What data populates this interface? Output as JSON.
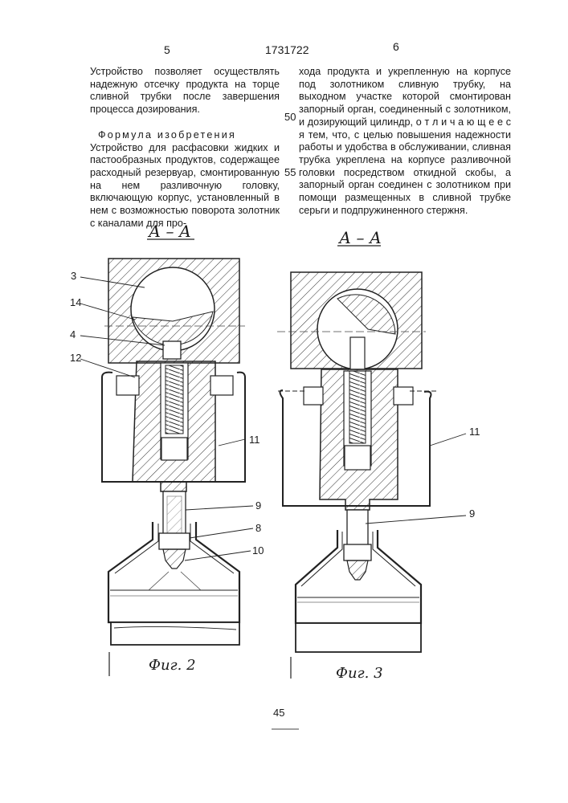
{
  "header": {
    "left_page": "5",
    "patent_number": "1731722",
    "right_page": "6"
  },
  "left_column": {
    "para1": "Устройство позволяет осуществлять надежную отсечку продукта на торце сливной трубки после завершения процесса дозирования.",
    "formula_heading": "Формула изобретения",
    "para2": "Устройство для расфасовки жидких и пастообразных продуктов, содержащее расходный резервуар, смонтированную на нем разливочную головку, включающую корпус, установленный в нем с возможностью поворота золотник с каналами для про-"
  },
  "right_column": {
    "text": "хода продукта и укрепленную на корпусе под золотником сливную трубку, на выходном участке которой смонтирован запорный орган, соединенный с золотником, и дозирующий цилиндр, о т л и ч а ю щ е е с я тем, что, с целью повышения надежности работы и удобства в обслуживании, сливная трубка укреплена на корпусе разливочной головки посредством откидной скобы, а запорный орган соединен с золотником при помощи размещенных в сливной трубке серьги и подпружиненного стержня."
  },
  "line_numbers": [
    "50",
    "55"
  ],
  "figures": [
    {
      "section_label": "А – А",
      "caption": "Фиг. 2",
      "labels": [
        "3",
        "14",
        "4",
        "12",
        "11",
        "9",
        "8",
        "10"
      ]
    },
    {
      "section_label": "А – А",
      "caption": "Фиг. 3",
      "labels": [
        "11",
        "9"
      ]
    }
  ],
  "footer": {
    "page_number": "45"
  }
}
